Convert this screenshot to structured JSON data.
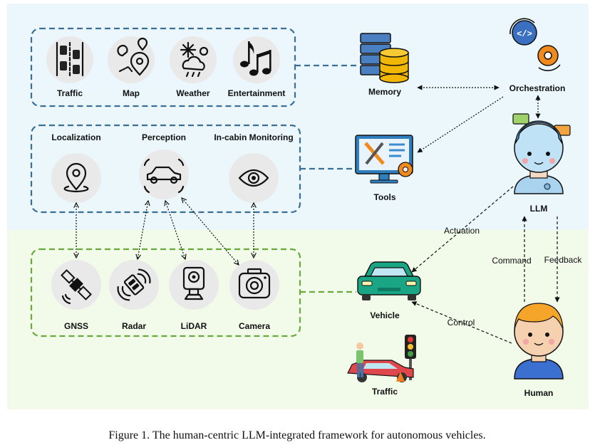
{
  "groups": {
    "information": {
      "items": [
        {
          "label": "Traffic",
          "icon": "traffic-lanes-icon"
        },
        {
          "label": "Map",
          "icon": "map-pins-icon"
        },
        {
          "label": "Weather",
          "icon": "weather-icon"
        },
        {
          "label": "Entertainment",
          "icon": "music-notes-icon"
        }
      ]
    },
    "functions": {
      "items": [
        {
          "label": "Localization",
          "icon": "location-pin-icon"
        },
        {
          "label": "Perception",
          "icon": "car-sensing-icon"
        },
        {
          "label": "In-cabin Monitoring",
          "icon": "eye-icon"
        }
      ]
    },
    "sensors": {
      "items": [
        {
          "label": "GNSS",
          "icon": "satellite-icon"
        },
        {
          "label": "Radar",
          "icon": "radar-icon"
        },
        {
          "label": "LiDAR",
          "icon": "lidar-icon"
        },
        {
          "label": "Camera",
          "icon": "camera-icon"
        }
      ]
    }
  },
  "nodes": {
    "memory": {
      "label": "Memory",
      "icon": "database-icon"
    },
    "orchestration": {
      "label": "Orchestration",
      "icon": "code-gear-icon"
    },
    "tools": {
      "label": "Tools",
      "icon": "monitor-tools-icon"
    },
    "llm": {
      "label": "LLM",
      "icon": "robot-avatar-icon"
    },
    "vehicle": {
      "label": "Vehicle",
      "icon": "car-icon"
    },
    "traffic": {
      "label": "Traffic",
      "icon": "traffic-scene-icon"
    },
    "human": {
      "label": "Human",
      "icon": "person-avatar-icon"
    }
  },
  "edges": {
    "actuation": "Actuation",
    "command": "Command",
    "feedback": "Feedback",
    "control": "Control"
  },
  "caption": "Figure 1. The human-centric LLM-integrated framework for autonomous vehicles.",
  "colors": {
    "upper_bg": "#eef8fb",
    "lower_bg": "#f3f9ea",
    "blue_dash": "#3a6f97",
    "green_dash": "#6aaa3a",
    "vehicle": "#1aa584",
    "icon_circle": "#e9e9e9"
  }
}
